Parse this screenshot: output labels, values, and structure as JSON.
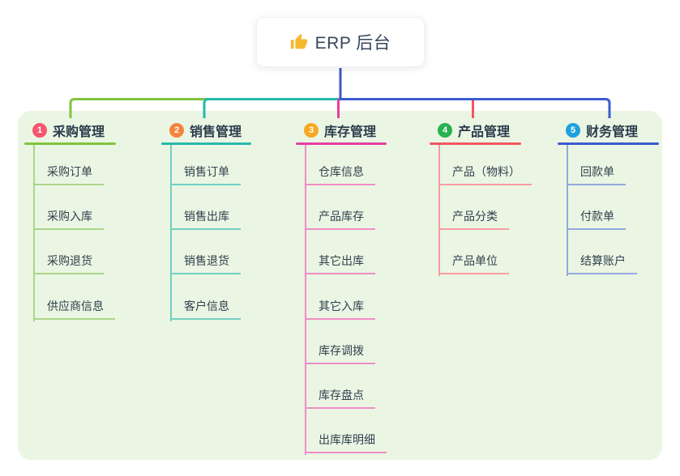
{
  "root": {
    "label": "ERP 后台",
    "icon": "thumbs-up-icon",
    "icon_color": "#f5b92e"
  },
  "panel_color": "#eaf6e3",
  "trunk_color": "#4354c8",
  "text_colors": {
    "title": "#2c3b4d",
    "child": "#31404f",
    "root": "#36455c"
  },
  "branches": [
    {
      "title": "采购管理",
      "badge": "1",
      "badge_color": "#f4566e",
      "line_color": "#82c33e",
      "child_line_color": "#abd489",
      "children": [
        "采购订单",
        "采购入库",
        "采购退货",
        "供应商信息"
      ]
    },
    {
      "title": "销售管理",
      "badge": "2",
      "badge_color": "#f6833c",
      "line_color": "#27b8ac",
      "child_line_color": "#72cfc4",
      "children": [
        "销售订单",
        "销售出库",
        "销售退货",
        "客户信息"
      ]
    },
    {
      "title": "库存管理",
      "badge": "3",
      "badge_color": "#f6a922",
      "line_color": "#e83da0",
      "child_line_color": "#f18cc6",
      "children": [
        "仓库信息",
        "产品库存",
        "其它出库",
        "其它入库",
        "库存调拨",
        "库存盘点",
        "出库库明细"
      ]
    },
    {
      "title": "产品管理",
      "badge": "4",
      "badge_color": "#28b24f",
      "line_color": "#f4555e",
      "child_line_color": "#f89ba1",
      "children": [
        "产品（物料）",
        "产品分类",
        "产品单位"
      ]
    },
    {
      "title": "财务管理",
      "badge": "5",
      "badge_color": "#1fa1dd",
      "line_color": "#3c5bd1",
      "child_line_color": "#94a8e0",
      "children": [
        "回款单",
        "付款单",
        "结算账户"
      ]
    }
  ]
}
